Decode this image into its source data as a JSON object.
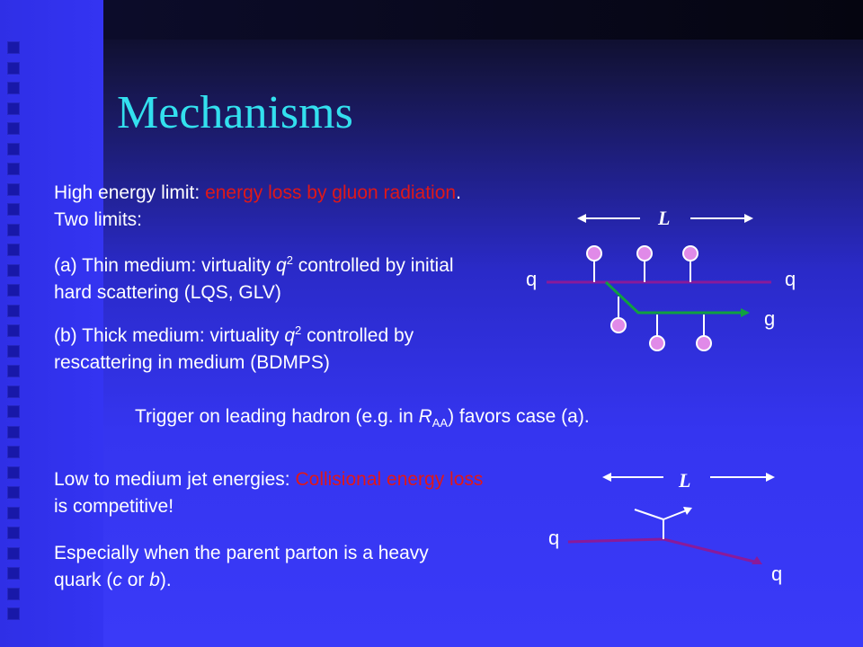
{
  "title": "Mechanisms",
  "p1": {
    "a": "High energy limit: ",
    "b": "energy loss by gluon radiation",
    "c": ". Two limits:"
  },
  "p2": {
    "a": "(a) Thin medium: virtuality ",
    "q": "q",
    "sup": "2",
    "b": " controlled by initial hard scattering (LQS, GLV)"
  },
  "p3": {
    "a": "(b) Thick medium: virtuality ",
    "q": "q",
    "sup": "2",
    "b": " controlled by rescattering in medium (BDMPS)"
  },
  "trigger": {
    "a": "Trigger on leading hadron (e.g. in ",
    "r": "R",
    "sub": "AA",
    "b": ") favors case (a)."
  },
  "p4": {
    "a": "Low to medium jet energies:  ",
    "b": "Collisional energy loss",
    "c": " is competitive!"
  },
  "p5": {
    "a": "Especially when the parent parton is a heavy quark (",
    "c": "c",
    "or": " or ",
    "bq": "b",
    "d": ")."
  },
  "diagram1": {
    "L": "L",
    "q_in": "q",
    "q_out": "q",
    "g": "g"
  },
  "diagram2": {
    "L": "L",
    "q_in": "q",
    "q_out": "q"
  },
  "colors": {
    "title": "#33e0ee",
    "highlight": "#e01818",
    "quark_line": "#8a1a9a",
    "gluon_line": "#10a040",
    "scattering_center": "#e08ae8"
  }
}
